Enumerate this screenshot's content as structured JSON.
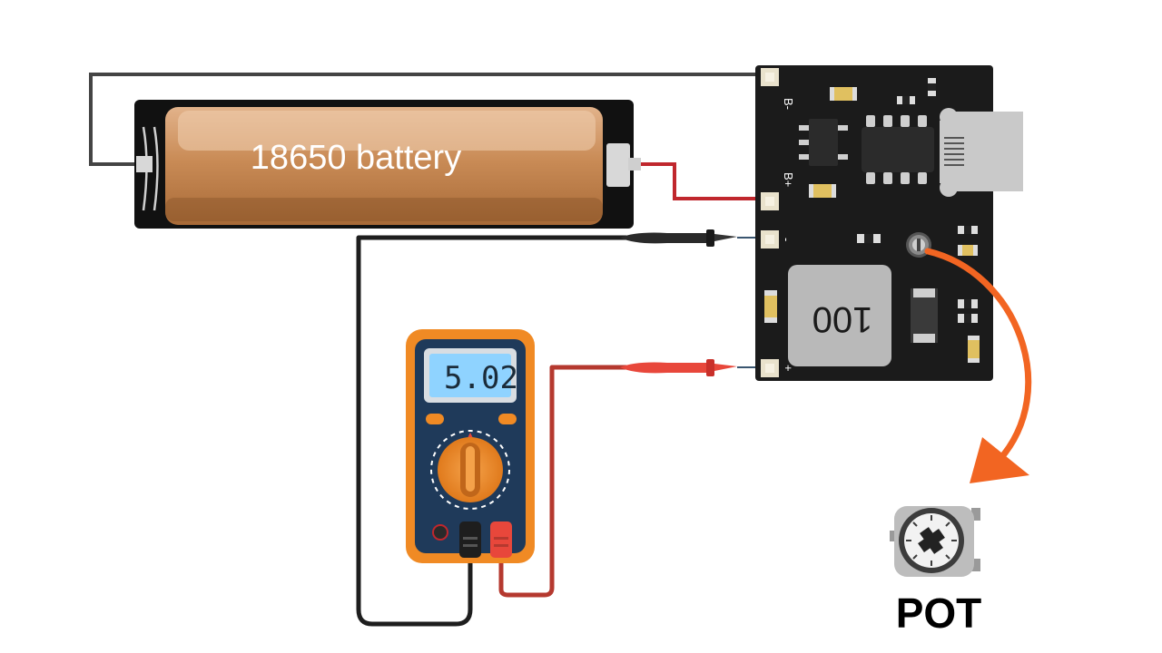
{
  "battery": {
    "label": "18650 battery"
  },
  "module": {
    "pad_b_minus": "B-",
    "pad_b_plus": "B+",
    "pad_out_minus": "-",
    "pad_out_plus": "+",
    "inductor_marking": "100"
  },
  "multimeter": {
    "reading": "5.02"
  },
  "pot": {
    "label": "POT"
  },
  "colors": {
    "wire_black": "#222222",
    "wire_red": "#c0272d",
    "probe_red": "#e8473b",
    "arrow": "#f26522",
    "pcb": "#1b1b1b",
    "meter_orange": "#f08a24",
    "meter_body": "#1f3a5a",
    "lcd": "#8fd3ff"
  }
}
